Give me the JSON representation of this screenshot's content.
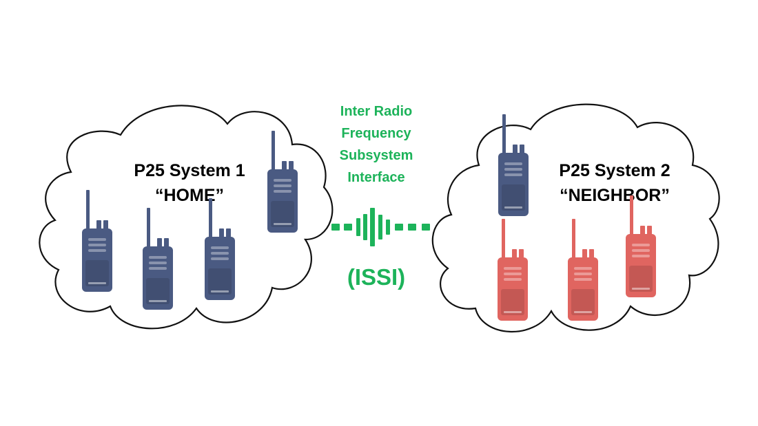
{
  "colors": {
    "home_radio": "#4a5a82",
    "neighbor_radio": "#e06560",
    "link": "#1db35a",
    "cloud_stroke": "#111111"
  },
  "home": {
    "title_line1": "P25 System 1",
    "title_line2": "“HOME”",
    "icon": "walkie-talkie-icon"
  },
  "neighbor": {
    "title_line1": "P25 System 2",
    "title_line2": "“NEIGHBOR”",
    "icon": "walkie-talkie-icon"
  },
  "link": {
    "label_lines": [
      "Inter Radio",
      "Frequency",
      "Subsystem",
      "Interface"
    ],
    "abbreviation": "(ISSI)",
    "icon": "signal-wave-icon"
  }
}
